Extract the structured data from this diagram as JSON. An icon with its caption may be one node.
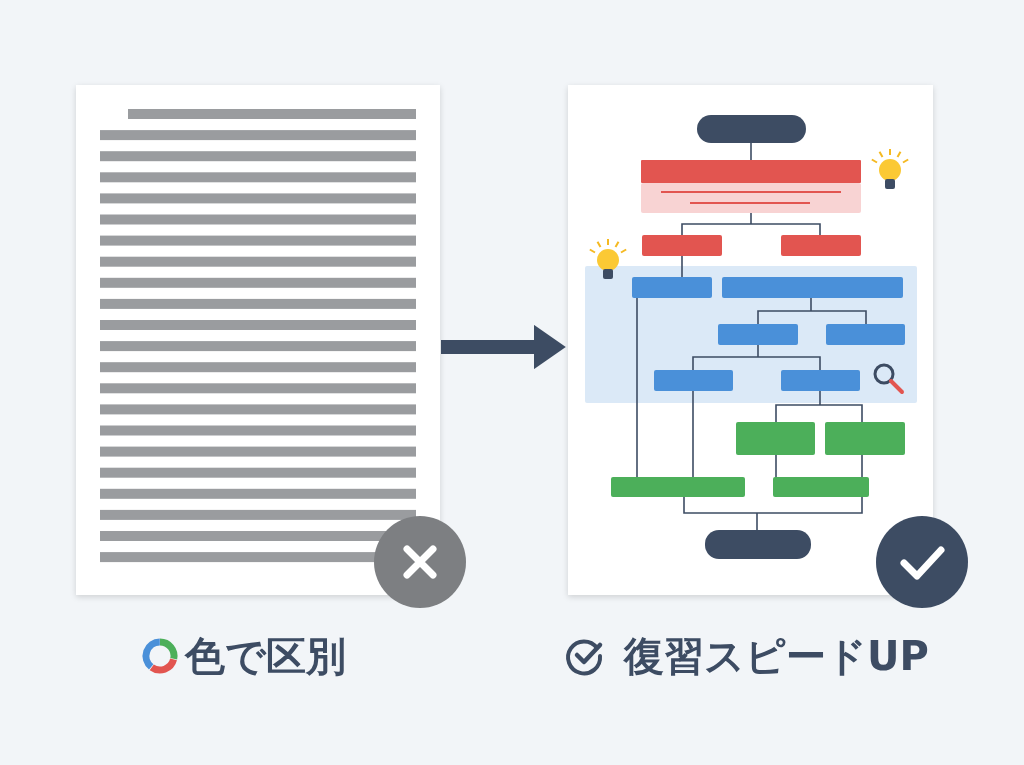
{
  "diagram": {
    "nodes": [
      {
        "text": [],
        "shape": "picture",
        "beside": [
          "色で区別"
        ]
      },
      {
        "text": [],
        "shape": "picture",
        "beside": [
          "復習スピードUP"
        ]
      }
    ],
    "edges": [
      {
        "from": 0,
        "to": 1,
        "arrow": "to"
      }
    ]
  }
}
